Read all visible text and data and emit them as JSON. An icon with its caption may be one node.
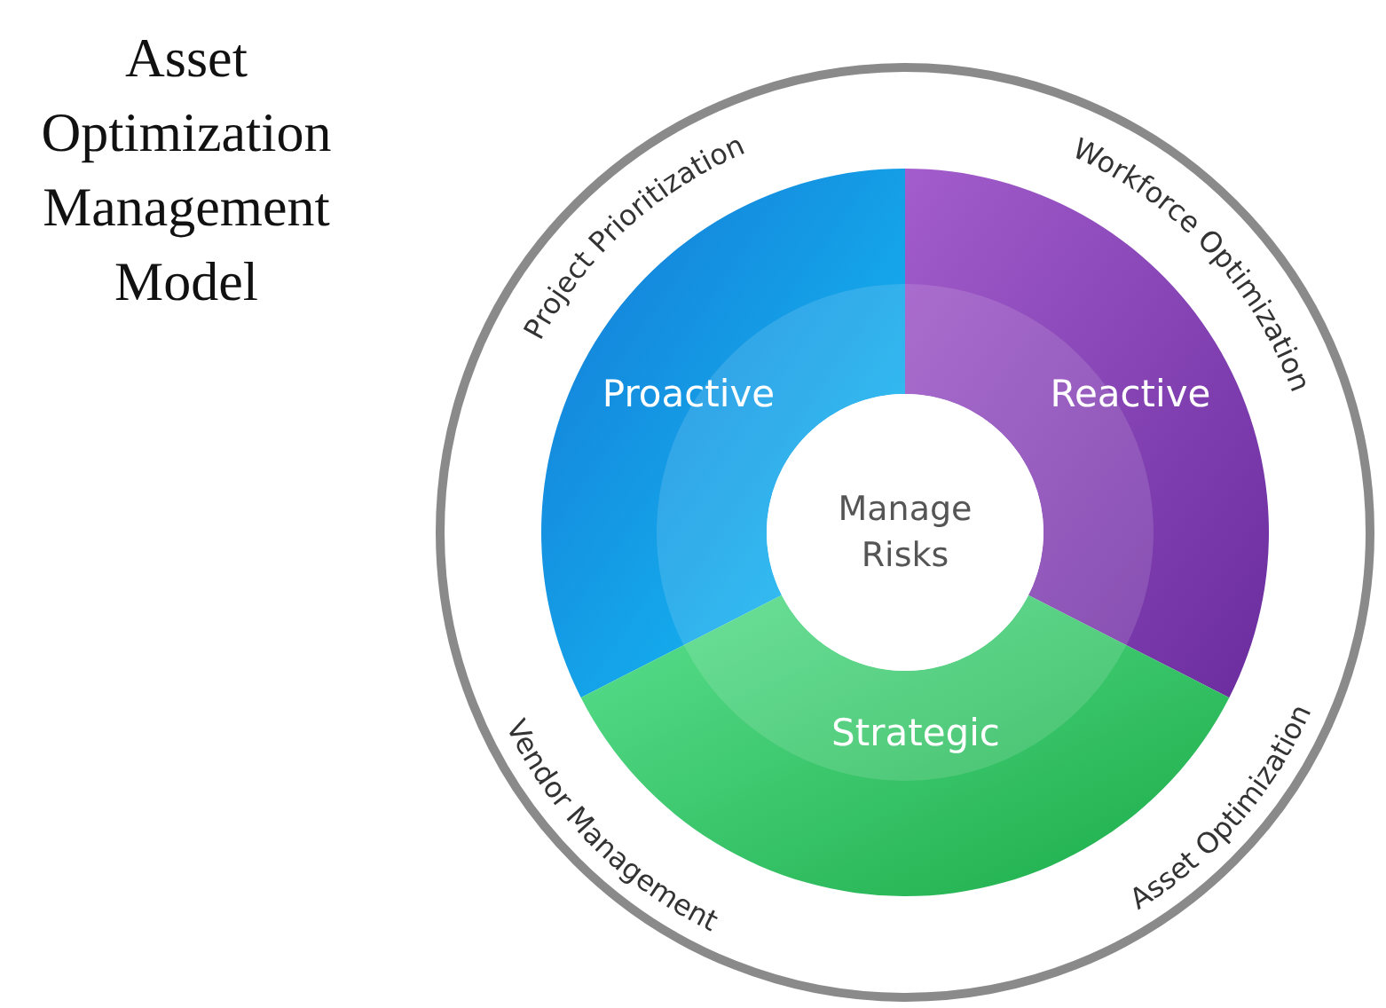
{
  "diagram": {
    "title": "Asset Optimization Management Model",
    "nodes": [
      {
        "text": [
          "Proactive"
        ]
      },
      {
        "text": [
          "Reactive"
        ]
      },
      {
        "text": [
          "Strategic"
        ]
      },
      {
        "text": [
          "Manage Risks"
        ]
      }
    ],
    "labels": [
      "Project Prioritization",
      "Workforce Optimization",
      "Vendor Management",
      "Asset Optimization"
    ]
  }
}
